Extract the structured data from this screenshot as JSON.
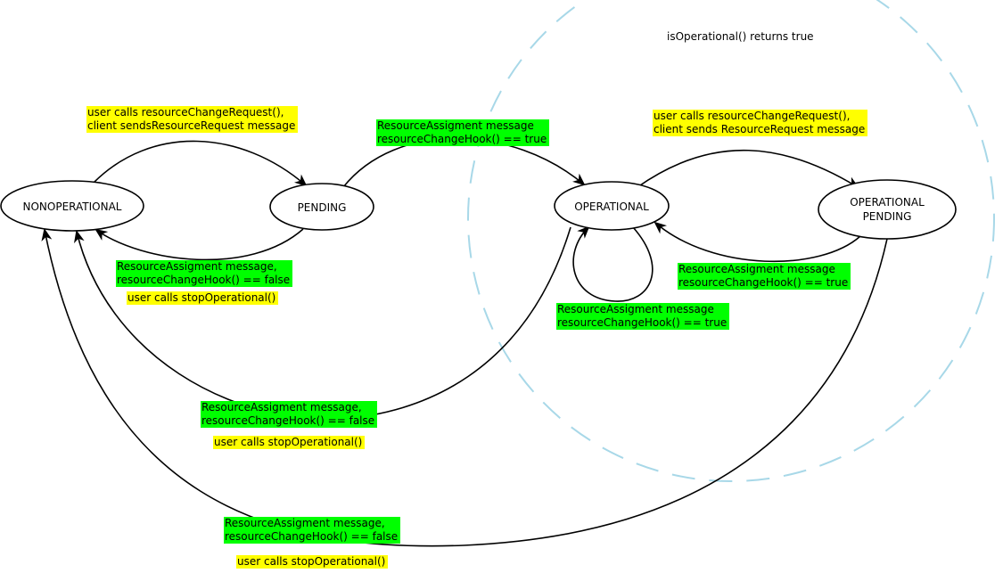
{
  "colors": {
    "yellow": "#ffff00",
    "green": "#00ff00",
    "region_dash": "#a8d8e8",
    "stroke": "#000000"
  },
  "region": {
    "label": "isOperational() returns true"
  },
  "states": {
    "nonoperational": "NONOPERATIONAL",
    "pending": "PENDING",
    "operational": "OPERATIONAL",
    "operational_pending_line1": "OPERATIONAL",
    "operational_pending_line2": "PENDING"
  },
  "labels": {
    "nonop_to_pending": {
      "line1": "user calls resourceChangeRequest(),",
      "line2": "client sendsResourceRequest message"
    },
    "pending_to_operational": {
      "line1": "ResourceAssigment message",
      "line2": "resourceChangeHook() == true"
    },
    "operational_to_oppending": {
      "line1": "user calls resourceChangeRequest(),",
      "line2": "client sends ResourceRequest message"
    },
    "pending_to_nonop": {
      "line1": "ResourceAssigment message,",
      "line2": "resourceChangeHook() == false",
      "user": "user calls stopOperational()"
    },
    "oppending_to_operational": {
      "line1": "ResourceAssigment message",
      "line2": "resourceChangeHook() == true"
    },
    "operational_self": {
      "line1": "ResourceAssigment message",
      "line2": "resourceChangeHook() == true"
    },
    "operational_to_nonop": {
      "line1": "ResourceAssigment message,",
      "line2": "resourceChangeHook() == false",
      "user": "user calls stopOperational()"
    },
    "oppending_to_nonop": {
      "line1": "ResourceAssigment message,",
      "line2": "resourceChangeHook() == false",
      "user": "user calls stopOperational()"
    }
  }
}
